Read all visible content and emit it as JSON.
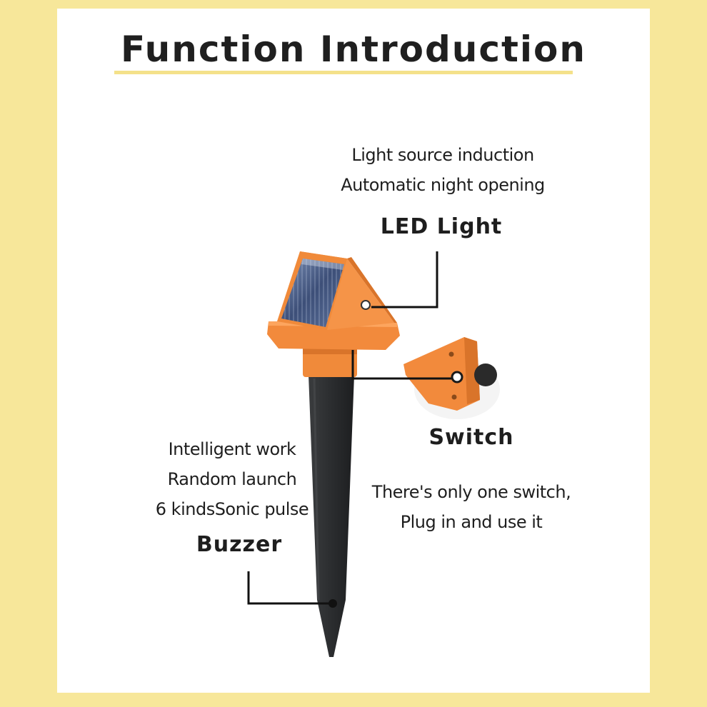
{
  "title": "Function Introduction",
  "colors": {
    "background": "#f7e79a",
    "panel": "#ffffff",
    "accent_orange": "#f28a3c",
    "stake": "#2d2f31",
    "underline": "#f4e18a"
  },
  "led": {
    "line1": "Light source induction",
    "line2": "Automatic night opening",
    "label": "LED Light"
  },
  "switch": {
    "label": "Switch",
    "line1": "There's only one switch,",
    "line2": "Plug in and use it"
  },
  "buzzer": {
    "line1": "Intelligent work",
    "line2": "Random launch",
    "line3": "6 kindsSonic pulse",
    "label": "Buzzer"
  }
}
